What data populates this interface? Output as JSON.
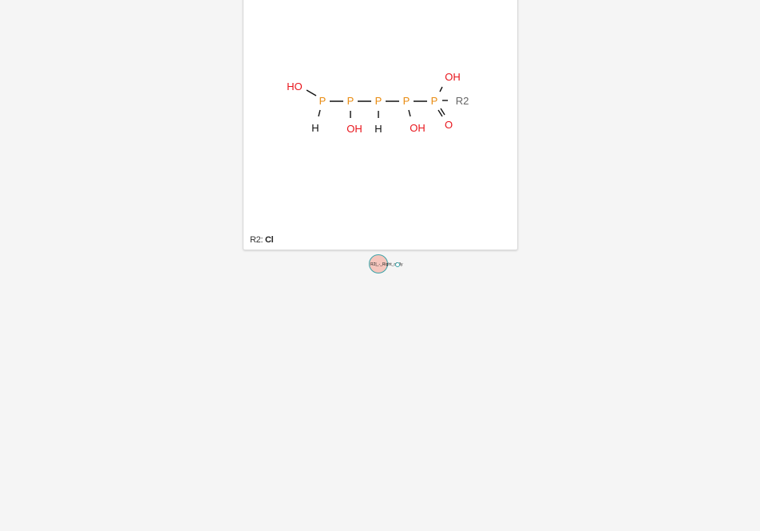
{
  "molecule": {
    "atoms": [
      {
        "id": "ho1",
        "label": "HO",
        "color": "#e8141b"
      },
      {
        "id": "p1",
        "label": "P",
        "color": "#e88b10"
      },
      {
        "id": "h1",
        "label": "H",
        "color": "#111111"
      },
      {
        "id": "p2",
        "label": "P",
        "color": "#e88b10"
      },
      {
        "id": "oh2",
        "label": "OH",
        "color": "#e8141b"
      },
      {
        "id": "p3",
        "label": "P",
        "color": "#e88b10"
      },
      {
        "id": "h3",
        "label": "H",
        "color": "#111111"
      },
      {
        "id": "p4",
        "label": "P",
        "color": "#e88b10"
      },
      {
        "id": "oh4",
        "label": "OH",
        "color": "#e8141b"
      },
      {
        "id": "p5",
        "label": "P",
        "color": "#e88b10"
      },
      {
        "id": "oh5",
        "label": "OH",
        "color": "#e8141b"
      },
      {
        "id": "o5",
        "label": "O",
        "color": "#e8141b"
      },
      {
        "id": "r2",
        "label": "R2",
        "color": "#666666"
      }
    ]
  },
  "rgroup": {
    "name": "R2:",
    "value": "Cl"
  },
  "link": {
    "label": "R2|_-_Right_cially"
  }
}
